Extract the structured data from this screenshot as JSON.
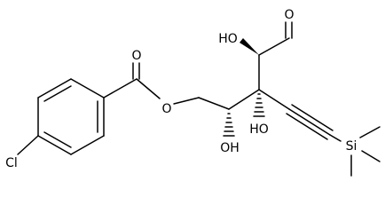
{
  "molecule": {
    "atom_labels": {
      "o_ald": "O",
      "oh_top": "HO",
      "o_ester": "O",
      "o_carbonyl": "O",
      "oh_mid": "HO",
      "oh_low": "OH",
      "si": "Si",
      "cl": "Cl"
    }
  }
}
